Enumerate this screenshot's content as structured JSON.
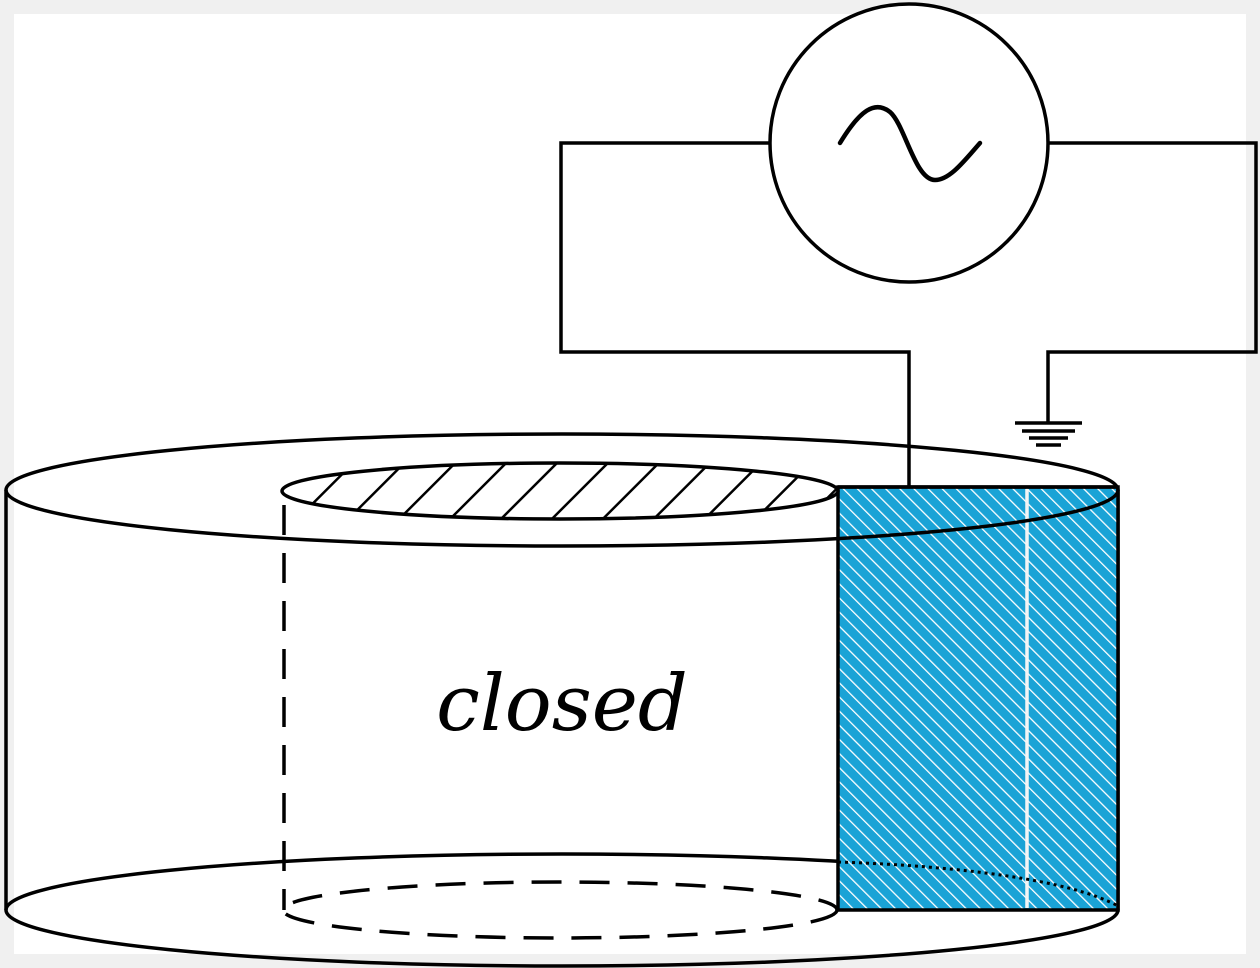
{
  "diagram": {
    "label": "closed",
    "colors": {
      "background": "#ffffff",
      "frame_bg": "#f0f0f0",
      "stroke": "#000000",
      "electrode_fill": "#1aa3d6",
      "electrode_hatch": "#ffffff"
    },
    "components": {
      "source": "ac-voltage-source",
      "ground": "ground-symbol",
      "cylinder": "annular-cylinder",
      "electrode": "hatched-electrode-segment"
    }
  }
}
